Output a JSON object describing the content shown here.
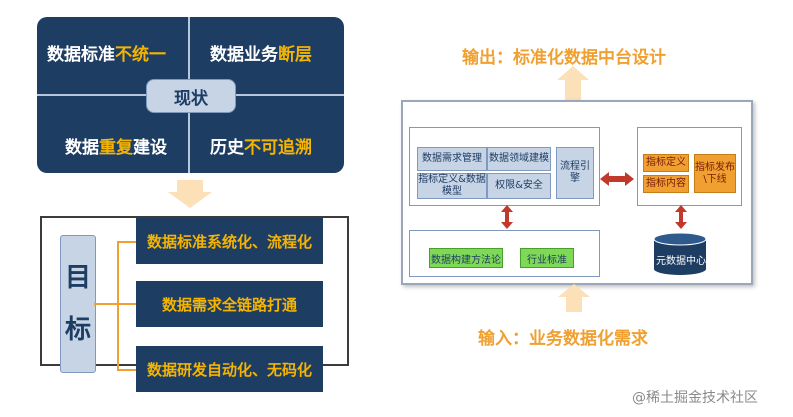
{
  "status_panel": {
    "center_label": "现状",
    "quadrants": [
      {
        "prefix": "数据标准",
        "highlight": "不统一"
      },
      {
        "prefix": "数据业务",
        "highlight": "断层"
      },
      {
        "prefix": "数据",
        "highlight": "重复",
        "suffix": "建设"
      },
      {
        "prefix": "历史",
        "highlight": "不可追溯"
      }
    ],
    "colors": {
      "panel": "#1e3d63",
      "highlight": "#f5b400",
      "center_box": "#c7d4e6"
    }
  },
  "goal_panel": {
    "label_chars": [
      "目",
      "标"
    ],
    "items": [
      "数据标准系统化、流程化",
      "数据需求全链路打通",
      "数据研发自动化、无码化"
    ],
    "colors": {
      "item_bg": "#1e3d63",
      "item_text": "#f5b400",
      "connector": "#f0a030"
    }
  },
  "design_diagram": {
    "output_title": "输出：标准化数据中台设计",
    "input_title": "输入：业务数据化需求",
    "left_module": {
      "chips": [
        "数据需求管理",
        "数据领域建模",
        "指标定义&数据模型",
        "权限&安全",
        "流程引擎"
      ],
      "bottom_chips": [
        "数据构建方法论",
        "行业标准"
      ]
    },
    "right_module": {
      "chips": [
        "指标定义",
        "指标内容",
        "指标发布\\下线"
      ],
      "database_label": "元数据中心"
    },
    "colors": {
      "chip": "#c7d4e6",
      "green_chip": "#7ed957",
      "orange_chip": "#f0a030",
      "arrow": "#c0392b",
      "title": "#f0a030"
    }
  },
  "watermark": "@稀土掘金技术社区"
}
